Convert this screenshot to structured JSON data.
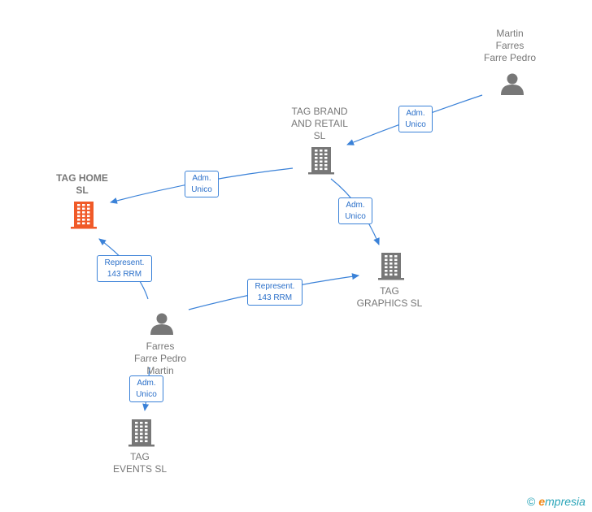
{
  "nodes": [
    {
      "id": "martin",
      "type": "person",
      "label": "Martin\nFarres\nFarre Pedro"
    },
    {
      "id": "brand",
      "type": "company",
      "label": "TAG BRAND\nAND RETAIL\nSL"
    },
    {
      "id": "home",
      "type": "company",
      "label": "TAG HOME\nSL",
      "highlight": true
    },
    {
      "id": "graphics",
      "type": "company",
      "label": "TAG\nGRAPHICS SL"
    },
    {
      "id": "farres",
      "type": "person",
      "label": "Farres\nFarre Pedro\nMartin"
    },
    {
      "id": "events",
      "type": "company",
      "label": "TAG\nEVENTS  SL"
    }
  ],
  "edges": [
    {
      "from": "martin",
      "to": "brand",
      "label": "Adm.\nUnico"
    },
    {
      "from": "brand",
      "to": "home",
      "label": "Adm.\nUnico"
    },
    {
      "from": "brand",
      "to": "graphics",
      "label": "Adm.\nUnico"
    },
    {
      "from": "farres",
      "to": "home",
      "label": "Represent.\n143 RRM"
    },
    {
      "from": "farres",
      "to": "graphics",
      "label": "Represent.\n143 RRM"
    },
    {
      "from": "farres",
      "to": "events",
      "label": "Adm.\nUnico"
    }
  ],
  "colors": {
    "edge": "#3b82d8",
    "icon": "#777777",
    "highlight": "#f05a28"
  },
  "icons": {
    "person": "person-icon",
    "company": "building-icon"
  },
  "brand": {
    "copyright": "©",
    "initial": "e",
    "name": "mpresia"
  }
}
